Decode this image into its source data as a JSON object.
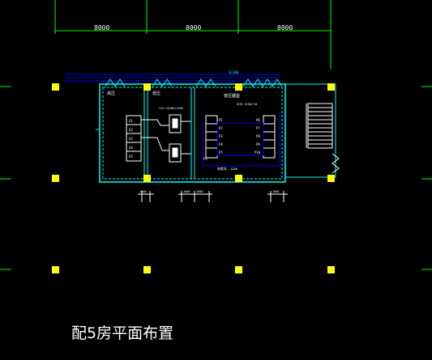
{
  "colors": {
    "background": "#000000",
    "grid_line": "#00ff00",
    "column": "#ffff00",
    "wall": "#00ffff",
    "cable": "#0000ff",
    "equipment": "#ffffff"
  },
  "dimensions": {
    "top": [
      "8000",
      "8000",
      "8000"
    ],
    "bottom": [
      "1000",
      "1000",
      "1000",
      "1000"
    ]
  },
  "rooms": {
    "room1_label": "高压",
    "room2_label": "低压",
    "room3_label": "变压器室"
  },
  "annotations": {
    "top_conduit_label": "SC100",
    "busbar_label": "YJV-4X185+1X95",
    "transformer_note": "SCB-1250/10",
    "bottom_note": "电缆沟 -1200"
  },
  "panels": {
    "left": [
      "G1",
      "G2",
      "G3",
      "G4",
      "G5"
    ],
    "right_left_col": [
      "P1",
      "P2",
      "P3",
      "P4",
      "P5"
    ],
    "right_right_col": [
      "P6",
      "P7",
      "P8",
      "P9",
      "P10"
    ],
    "bottom_tag": "P5"
  },
  "title": "配5房平面布置"
}
